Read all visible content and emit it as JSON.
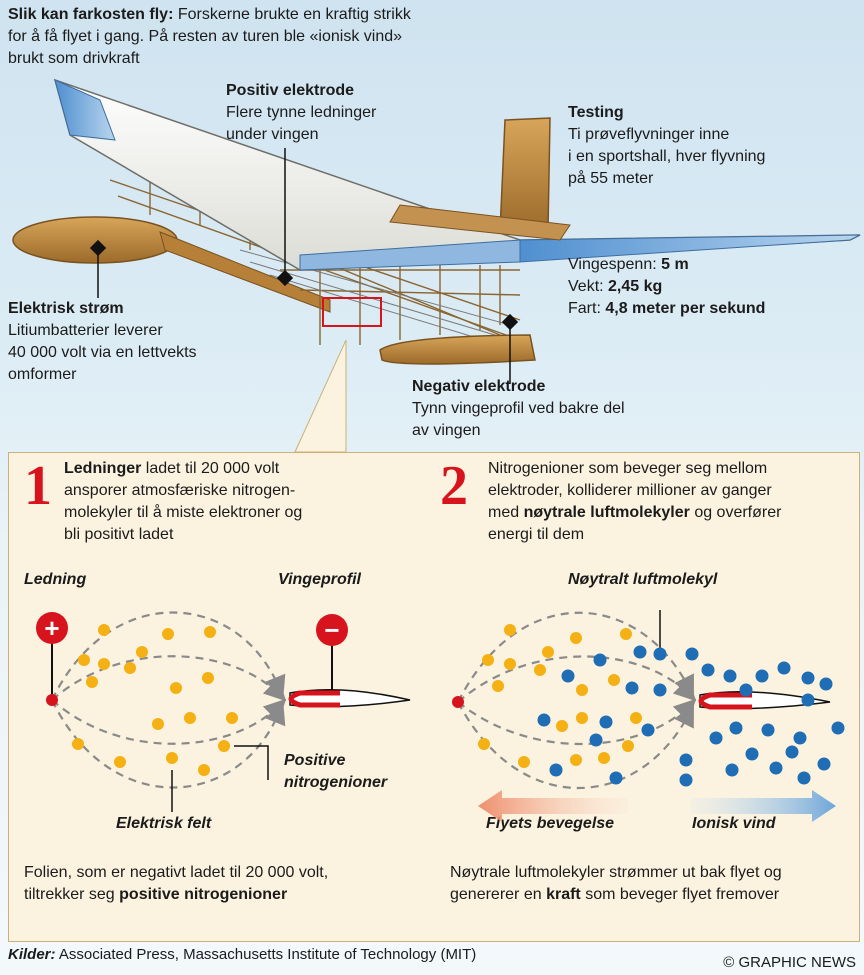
{
  "intro": {
    "title": "Slik kan farkosten fly:",
    "line1": "Forskerne brukte en kraftig strikk",
    "line2": "for å få flyet i gang. På resten av turen ble «ionisk vind»",
    "line3": "brukt som drivkraft"
  },
  "positive_electrode": {
    "title": "Positiv elektrode",
    "line1": "Flere tynne ledninger",
    "line2": "under vingen"
  },
  "testing": {
    "title": "Testing",
    "line1": "Ti prøveflyvninger inne",
    "line2": "i en sportshall, hver flyvning",
    "line3": "på 55 meter"
  },
  "specs": {
    "span_label": "Vingespenn:",
    "span_value": "5 m",
    "weight_label": "Vekt:",
    "weight_value": "2,45 kg",
    "speed_label": "Fart:",
    "speed_value": "4,8 meter per sekund"
  },
  "current": {
    "title": "Elektrisk strøm",
    "line1": "Litiumbatterier leverer",
    "line2": "40 000 volt via en lettvekts",
    "line3": "omformer"
  },
  "negative_electrode": {
    "title": "Negativ elektrode",
    "line1": "Tynn vingeprofil ved bakre del",
    "line2": "av vingen"
  },
  "step1": {
    "num": "1",
    "bold": "Ledninger",
    "line1": "ladet til 20 000 volt",
    "line2": "ansporer atmosfæriske nitrogen-",
    "line3": "molekyler til å miste elektroner og",
    "line4": "bli positivt ladet",
    "label_wire": "Ledning",
    "label_airfoil": "Vingeprofil",
    "label_ions_1": "Positive",
    "label_ions_2": "nitrogenioner",
    "label_field": "Elektrisk felt",
    "plus": "+",
    "minus": "−",
    "caption_1": "Folien, som er negativt ladet til 20 000 volt,",
    "caption_2a": "tiltrekker seg",
    "caption_2b": "positive nitrogenioner"
  },
  "step2": {
    "num": "2",
    "line1": "Nitrogenioner som beveger seg mellom",
    "line2": "elektroder, kolliderer millioner av ganger",
    "line3a": "med",
    "line3b": "nøytrale luftmolekyler",
    "line3c": "og overfører",
    "line4": "energi til dem",
    "label_neutral": "Nøytralt luftmolekyl",
    "label_motion": "Flyets bevegelse",
    "label_wind": "Ionisk vind",
    "caption_1": "Nøytrale luftmolekyler strømmer ut bak flyet og",
    "caption_2a": "genererer en",
    "caption_2b": "kraft",
    "caption_2c": "som beveger flyet fremover"
  },
  "footer": {
    "sources_label": "Kilder:",
    "sources": "Associated Press, Massachusetts Institute of Technology (MIT)",
    "credit": "© GRAPHIC NEWS"
  },
  "colors": {
    "accent_red": "#d7141e",
    "ion_orange": "#f5b014",
    "neutral_blue": "#1e6db5",
    "wood": "#c08a3e",
    "wing_white": "#f7f7f4"
  }
}
